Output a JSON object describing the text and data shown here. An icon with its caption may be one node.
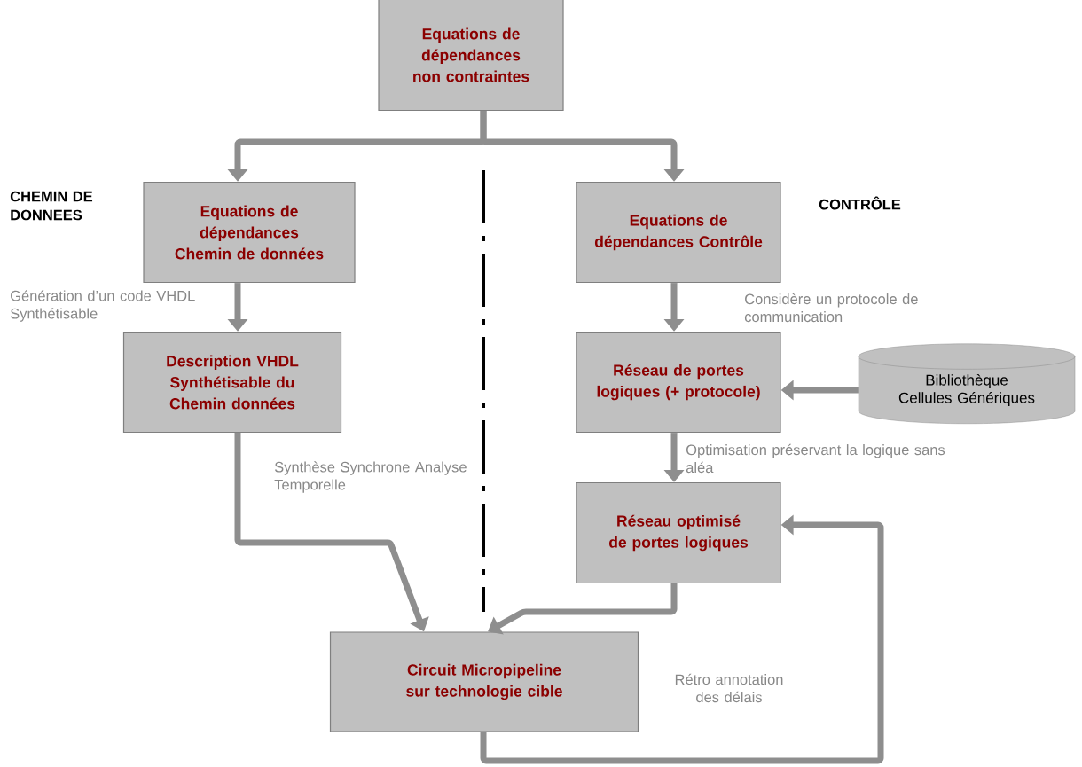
{
  "diagram": {
    "nodes": [
      {
        "text": [
          "Equations de dépendances non contraintes"
        ]
      },
      {
        "text": [
          "Equations de dépendances Chemin de données"
        ]
      },
      {
        "text": [
          "Equations de dépendances Contrôle"
        ]
      },
      {
        "text": [
          "Description VHDL Synthétisable du Chemin données"
        ]
      },
      {
        "text": [
          "Réseau de portes logiques (+ protocole)"
        ]
      },
      {
        "text": [
          "Bibliothèque Cellules Génériques"
        ]
      },
      {
        "text": [
          "Réseau optimisé de portes logiques"
        ]
      },
      {
        "text": [
          "Circuit Micropipeline sur technologie cible"
        ]
      }
    ],
    "edges": [
      {
        "from": 0,
        "to": 1,
        "arrow": "to"
      },
      {
        "from": 0,
        "to": 2,
        "arrow": "to"
      },
      {
        "from": 1,
        "to": 3,
        "arrow": "to",
        "label": "Génération d’un code VHDL Synthétisable"
      },
      {
        "from": 2,
        "to": 4,
        "arrow": "to",
        "label": "Considère un protocole de communication"
      },
      {
        "from": 5,
        "to": 4,
        "arrow": "to"
      },
      {
        "from": 4,
        "to": 6,
        "arrow": "to",
        "label": "Optimisation préservant la logique sans aléa"
      },
      {
        "from": 3,
        "to": 7,
        "arrow": "to",
        "label": "Synthèse Synchrone Analyse Temporelle"
      },
      {
        "from": 6,
        "to": 7,
        "arrow": "to"
      },
      {
        "from": 7,
        "to": 6,
        "arrow": "to",
        "label": "Rétro annotation des délais"
      }
    ],
    "labels": [
      "CHEMIN DE DONNEES",
      "CONTRÔLE"
    ]
  }
}
